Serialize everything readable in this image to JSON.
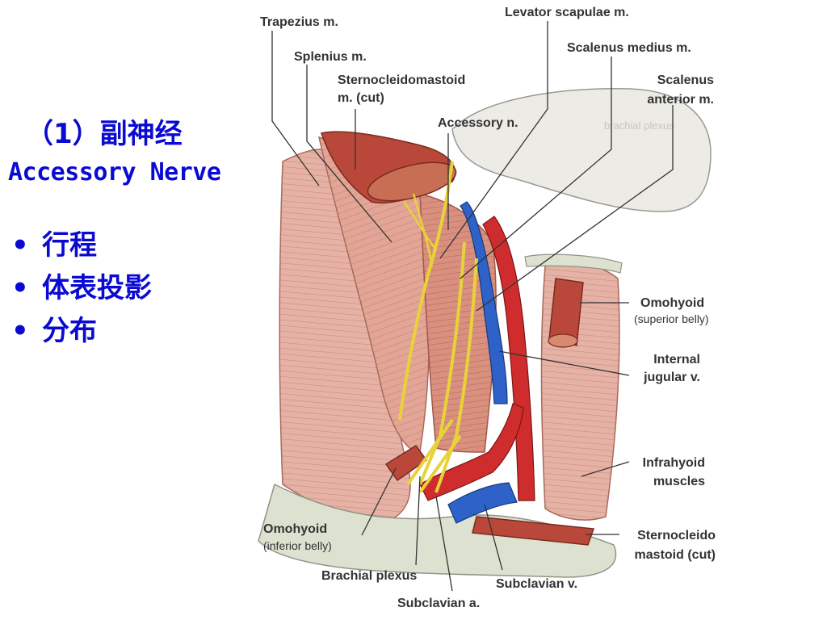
{
  "slide": {
    "heading_cn": "（1）副神经",
    "heading_en": "Accessory Nerve",
    "bullet_symbol": "•",
    "topics": [
      "行程",
      "体表投影",
      "分布"
    ]
  },
  "diagram": {
    "labels": {
      "trapezius": "Trapezius m.",
      "splenius": "Splenius m.",
      "scm_cut_1": "Sternocleidomastoid",
      "scm_cut_2": "m. (cut)",
      "levator": "Levator scapulae m.",
      "scalenus_medius": "Scalenus medius m.",
      "scalenus_anterior_1": "Scalenus",
      "scalenus_anterior_2": "anterior m.",
      "accessory": "Accessory n.",
      "omohyoid_sup_1": "Omohyoid",
      "omohyoid_sup_2": "(superior belly)",
      "ijv_1": "Internal",
      "ijv_2": "jugular v.",
      "infrahyoid_1": "Infrahyoid",
      "infrahyoid_2": "muscles",
      "scm_low_1": "Sternocleido",
      "scm_low_2": "mastoid (cut)",
      "omohyoid_inf_1": "Omohyoid",
      "omohyoid_inf_2": "(inferior belly)",
      "brachial": "Brachial plexus",
      "subclavian_v": "Subclavian v.",
      "subclavian_a": "Subclavian a."
    },
    "faint_text": "brachial plexus",
    "colors": {
      "muscle": "#e2a596",
      "muscle_dark": "#b4584a",
      "muscle_red": "#c0503f",
      "vein": "#2e62c8",
      "artery": "#cf2d2d",
      "nerve": "#e8d23a",
      "bone": "#dde2d0",
      "head": "#ecebe6"
    }
  }
}
